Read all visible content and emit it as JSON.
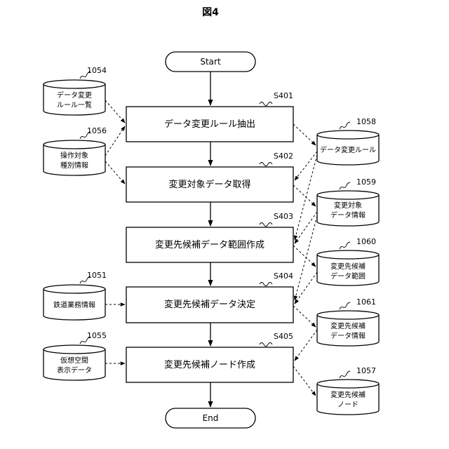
{
  "figure_title": "図4",
  "terminals": {
    "start": "Start",
    "end": "End"
  },
  "steps": [
    {
      "id": "S401",
      "label": "データ変更ルール抽出"
    },
    {
      "id": "S402",
      "label": "変更対象データ取得"
    },
    {
      "id": "S403",
      "label": "変更先候補データ範囲作成"
    },
    {
      "id": "S404",
      "label": "変更先候補データ決定"
    },
    {
      "id": "S405",
      "label": "変更先候補ノード作成"
    }
  ],
  "inputs": [
    {
      "ref": "1054",
      "lines": [
        "データ変更",
        "ルール一覧"
      ]
    },
    {
      "ref": "1056",
      "lines": [
        "操作対象",
        "種別情報"
      ]
    },
    {
      "ref": "1051",
      "lines": [
        "鉄道業務情報"
      ]
    },
    {
      "ref": "1055",
      "lines": [
        "仮想空間",
        "表示データ"
      ]
    }
  ],
  "outputs": [
    {
      "ref": "1058",
      "lines": [
        "データ変更ルール"
      ]
    },
    {
      "ref": "1059",
      "lines": [
        "変更対象",
        "データ情報"
      ]
    },
    {
      "ref": "1060",
      "lines": [
        "変更先候補",
        "データ範囲"
      ]
    },
    {
      "ref": "1061",
      "lines": [
        "変更先候補",
        "データ情報"
      ]
    },
    {
      "ref": "1057",
      "lines": [
        "変更先候補",
        "ノード"
      ]
    }
  ]
}
